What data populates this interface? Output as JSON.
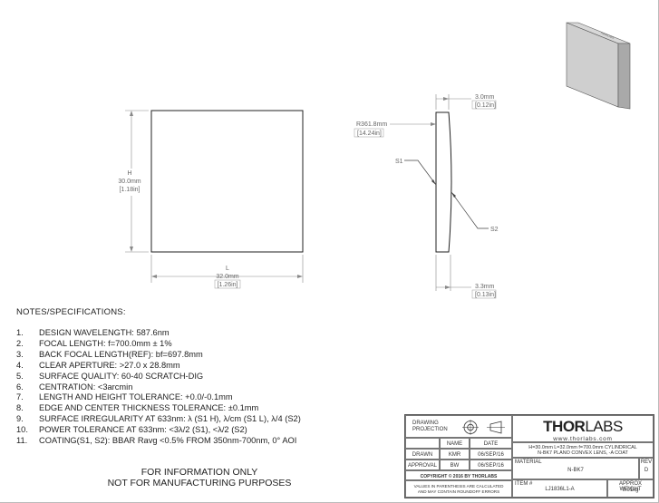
{
  "drawing": {
    "dims": {
      "h_label": "H",
      "h_mm": "30.0mm",
      "h_in": "[1.18in]",
      "l_label": "L",
      "l_mm": "32.0mm",
      "l_in": "[1.26in]",
      "t_top_mm": "3.0mm",
      "t_top_in": "[0.12in]",
      "radius_mm": "R361.8mm",
      "radius_in": "[14.24in]",
      "t_bot_mm": "3.3mm",
      "t_bot_in": "[0.13in]",
      "s1": "S1",
      "s2": "S2"
    }
  },
  "notes": {
    "title": "NOTES/SPECIFICATIONS:",
    "items": [
      {
        "num": "1.",
        "text": "DESIGN WAVELENGTH: 587.6nm"
      },
      {
        "num": "2.",
        "text": "FOCAL LENGTH: f=700.0mm ± 1%"
      },
      {
        "num": "3.",
        "text": "BACK FOCAL LENGTH(REF): bf=697.8mm"
      },
      {
        "num": "4.",
        "text": "CLEAR APERTURE: >27.0 x 28.8mm"
      },
      {
        "num": "5.",
        "text": "SURFACE QUALITY: 60-40 SCRATCH-DIG"
      },
      {
        "num": "6.",
        "text": "CENTRATION: <3arcmin"
      },
      {
        "num": "7.",
        "text": "LENGTH AND HEIGHT TOLERANCE: +0.0/-0.1mm"
      },
      {
        "num": "8.",
        "text": "EDGE AND CENTER THICKNESS TOLERANCE: ±0.1mm"
      },
      {
        "num": "9.",
        "text": "SURFACE IRREGULARITY AT 633nm: λ (S1 H), λ/cm (S1 L), λ/4 (S2)"
      },
      {
        "num": "10.",
        "text": "POWER TOLERANCE AT 633nm: <3λ/2 (S1), <λ/2 (S2)"
      },
      {
        "num": "11.",
        "text": "COATING(S1, S2): BBAR Ravg <0.5% FROM 350nm-700nm, 0° AOI"
      }
    ]
  },
  "disclaimer": {
    "line1": "FOR INFORMATION ONLY",
    "line2": "NOT FOR MANUFACTURING PURPOSES"
  },
  "title_block": {
    "projection_line1": "DRAWING",
    "projection_line2": "PROJECTION",
    "col_name": "NAME",
    "col_date": "DATE",
    "drawn_label": "DRAWN",
    "drawn_name": "KMR",
    "drawn_date": "06/SEP/16",
    "approval_label": "APPROVAL",
    "approval_name": "BW",
    "approval_date": "06/SEP/16",
    "copyright": "COPYRIGHT © 2016 BY THORLABS",
    "values_note_line1": "VALUES IN PARENTHESIS ARE CALCULATED",
    "values_note_line2": "AND MAY CONTAIN ROUNDOFF ERRORS",
    "logo_bold": "THOR",
    "logo_thin": "LABS",
    "logo_url": "www.thorlabs.com",
    "description_line1": "H=30.0mm L=32.0mm f=700.0mm CYLINDRICAL",
    "description_line2": "N-BK7 PLANO CONVEX LENS, -A COAT",
    "material_label": "MATERIAL",
    "material": "N-BK7",
    "rev_label": "REV",
    "rev": "D",
    "item_label": "ITEM #",
    "item": "LJ1836L1-A",
    "weight_label": "APPROX WEIGHT",
    "weight": "0.01kg",
    "iso_label": "THORLABS"
  }
}
